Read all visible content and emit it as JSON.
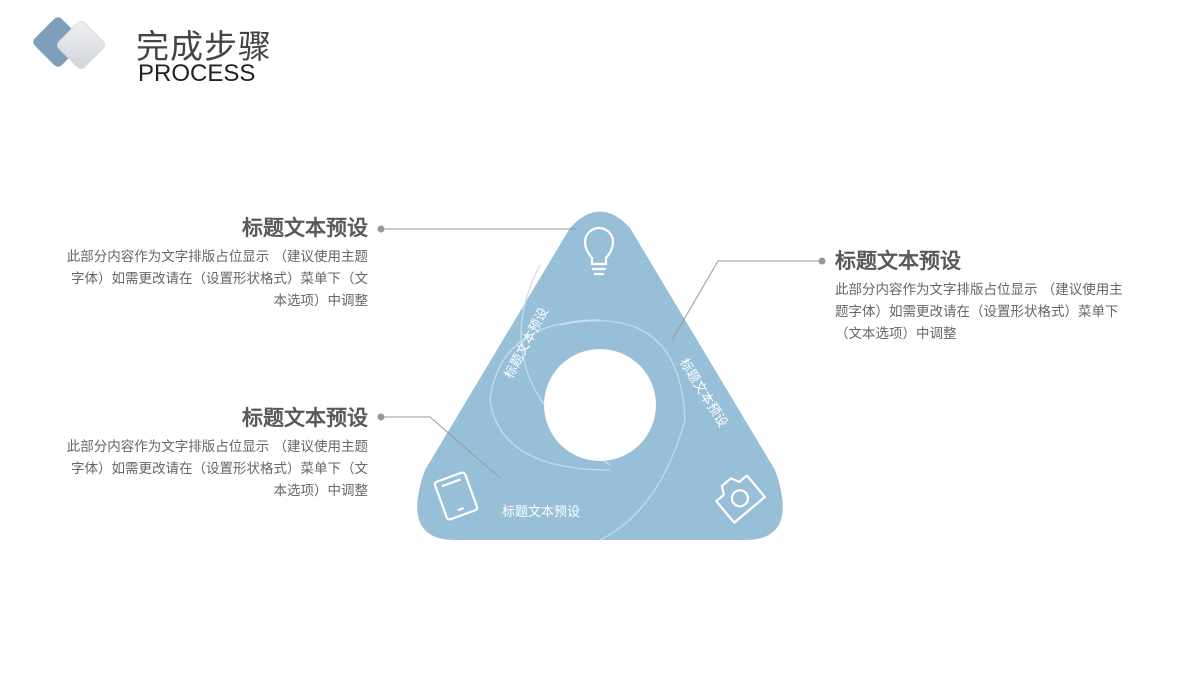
{
  "header": {
    "title_cn": "完成步骤",
    "title_en": "PROCESS"
  },
  "colors": {
    "triangle_fill": "#98bfd8",
    "triangle_line": "#c7dded",
    "icon_stroke": "#ffffff",
    "connector": "#999999",
    "logo_back": "#7e9fbb",
    "logo_front": "#e0e2e5"
  },
  "diagram": {
    "segments": [
      {
        "label": "标题文本预设"
      },
      {
        "label": "标题文本预设"
      },
      {
        "label": "标题文本预设"
      }
    ],
    "icons": [
      "lightbulb-icon",
      "tablet-icon",
      "camera-icon"
    ]
  },
  "callouts": [
    {
      "title": "标题文本预设",
      "body": "此部分内容作为文字排版占位显示 （建议使用主题字体）如需更改请在（设置形状格式）菜单下（文本选项）中调整"
    },
    {
      "title": "标题文本预设",
      "body": "此部分内容作为文字排版占位显示 （建议使用主题字体）如需更改请在（设置形状格式）菜单下（文本选项）中调整"
    },
    {
      "title": "标题文本预设",
      "body": "此部分内容作为文字排版占位显示 （建议使用主题字体）如需更改请在（设置形状格式）菜单下（文本选项）中调整"
    }
  ]
}
